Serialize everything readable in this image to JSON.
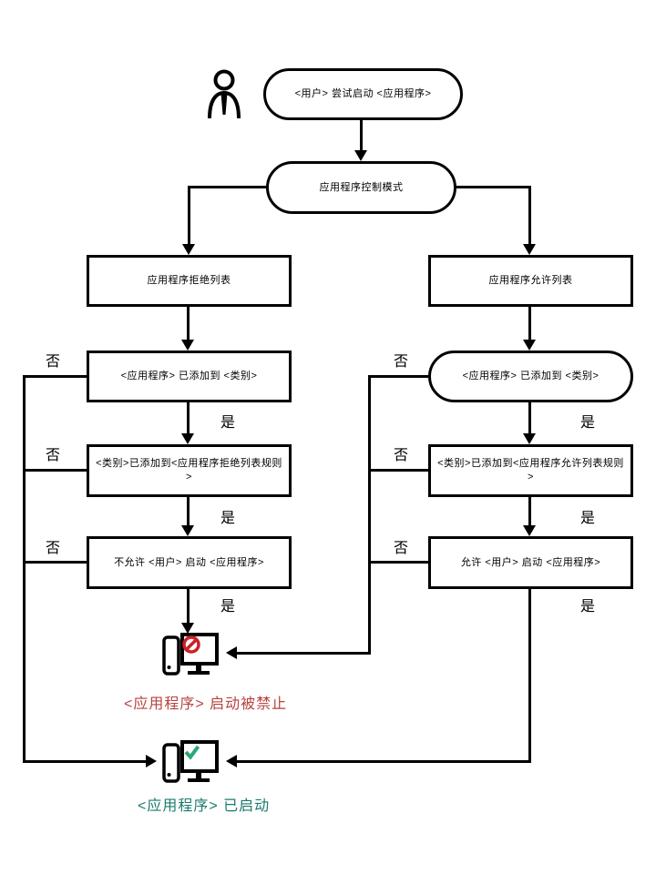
{
  "colors": {
    "line": "#000000",
    "blocked_text": "#b6433e",
    "badge_red": "#cc2027",
    "started_text": "#1b7a6e",
    "check_green": "#2aa876"
  },
  "labels": {
    "yes": "是",
    "no": "否"
  },
  "icons": {
    "person": "user-icon",
    "blocked": "computer-blocked-icon",
    "started": "computer-started-icon"
  },
  "nodes": {
    "start": "<用户> 尝试启动 <应用程序>",
    "control_mode": "应用程序控制模式",
    "denylist": "应用程序拒绝列表",
    "allowlist": "应用程序允许列表",
    "deny_app_in_category": "<应用程序> 已添加到 <类别>",
    "deny_category_in_rules": "<类别>已添加到<应用程序拒绝列表规则>",
    "deny_launch_rule": "不允许 <用户> 启动 <应用程序>",
    "allow_app_in_category": "<应用程序> 已添加到 <类别>",
    "allow_category_in_rules": "<类别>已添加到<应用程序允许列表规则>",
    "allow_launch_rule": "允许 <用户> 启动 <应用程序>",
    "result_blocked": "<应用程序> 启动被禁止",
    "result_started": "<应用程序> 已启动"
  }
}
